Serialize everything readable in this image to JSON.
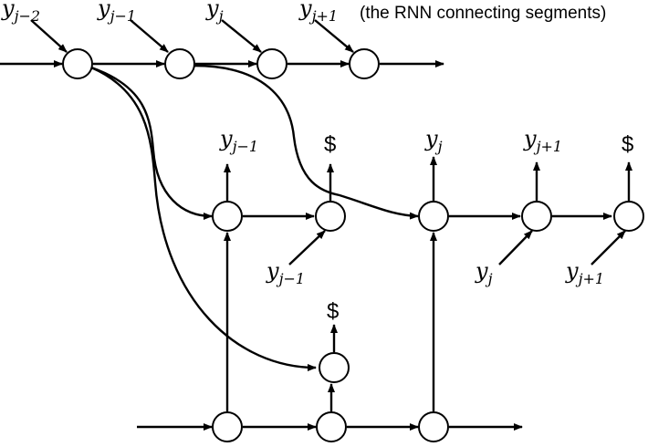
{
  "caption": "(the RNN connecting segments)",
  "top_labels": [
    {
      "base": "y",
      "sub": "j−2"
    },
    {
      "base": "y",
      "sub": "j−1"
    },
    {
      "base": "y",
      "sub": "j"
    },
    {
      "base": "y",
      "sub": "j+1"
    }
  ],
  "segment_outputs": [
    {
      "base": "y",
      "sub": "j−1"
    },
    {
      "base": "$",
      "sub": ""
    },
    {
      "base": "y",
      "sub": "j"
    },
    {
      "base": "y",
      "sub": "j+1"
    },
    {
      "base": "$",
      "sub": ""
    },
    {
      "base": "$",
      "sub": ""
    }
  ],
  "segment_inputs": [
    {
      "base": "y",
      "sub": "j−1"
    },
    {
      "base": "y",
      "sub": "j"
    },
    {
      "base": "y",
      "sub": "j+1"
    }
  ]
}
